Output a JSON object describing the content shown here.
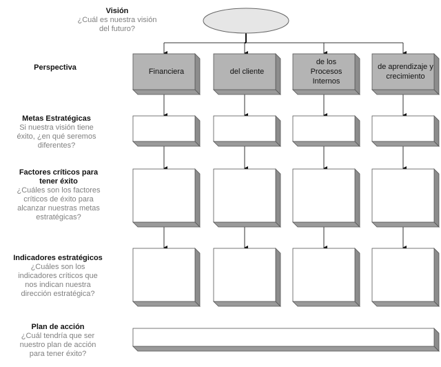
{
  "vision": {
    "title": "Visión",
    "question": "¿Cuál es nuestra visión del futuro?"
  },
  "rows": [
    {
      "key": "perspectiva",
      "title": "Perspectiva",
      "question": ""
    },
    {
      "key": "metas",
      "title": "Metas Estratégicas",
      "question": "Si nuestra visión tiene éxito, ¿en qué seremos diferentes?"
    },
    {
      "key": "factores",
      "title": "Factores críticos para tener éxito",
      "question": "¿Cuáles son los factores críticos de éxito para alcanzar nuestras metas estratégicas?"
    },
    {
      "key": "indicadores",
      "title": "Indicadores estratégicos",
      "question": "¿Cuáles son los indicadores críticos que nos indican nuestra dirección estratégica?"
    },
    {
      "key": "plan",
      "title": "Plan de acción",
      "question": "¿Cuál tendría que ser nuestro plan de acción para tener éxito?"
    }
  ],
  "perspectives": [
    {
      "label": "Financiera"
    },
    {
      "label": "del cliente"
    },
    {
      "label": "de los Procesos Internos"
    },
    {
      "label": "de aprendizaje y crecimiento"
    }
  ],
  "colors": {
    "ellipse_fill": "#e6e6e6",
    "perspective_fill": "#b4b4b4",
    "empty_fill": "#ffffff",
    "side_shade": "#8c8c8c",
    "bottom_shade": "#9a9a9a",
    "outline": "#555555",
    "question_text": "#808080"
  }
}
